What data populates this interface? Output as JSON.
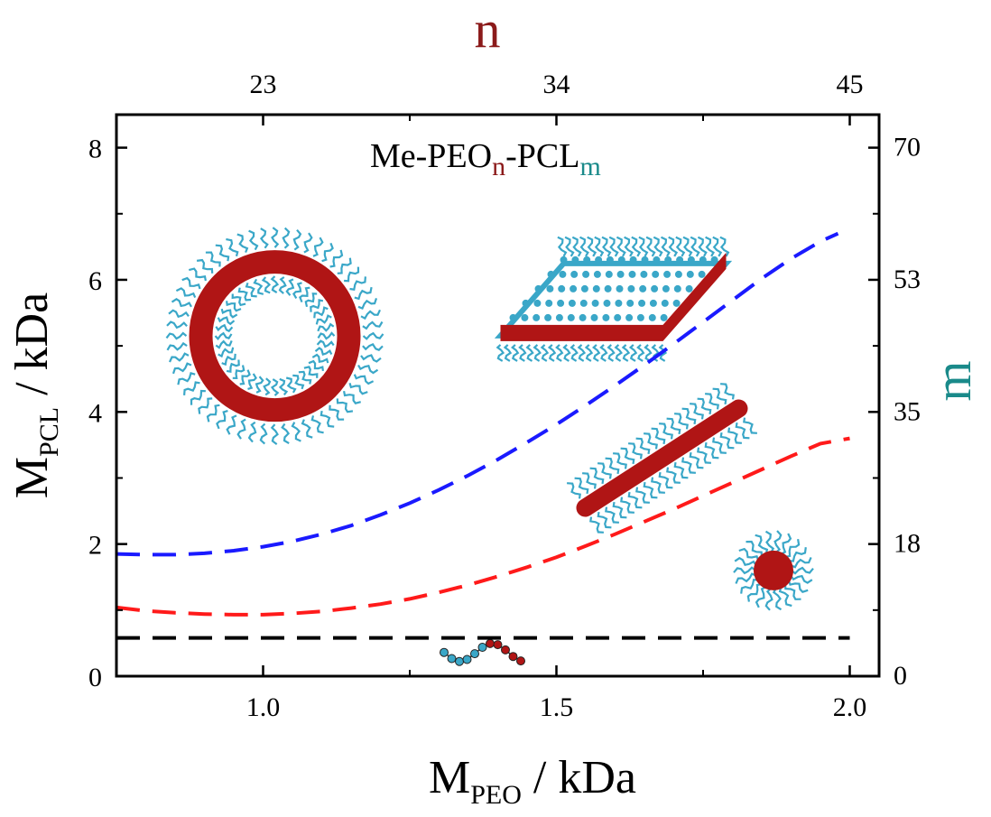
{
  "chart_data": {
    "type": "line",
    "title": "",
    "xlabel": {
      "main": "M",
      "sub": "PEO",
      "rest": " / kDa"
    },
    "ylabel": {
      "main": "M",
      "sub": "PCL",
      "rest": " / kDa"
    },
    "top_axis_label": "n",
    "right_axis_label": "m",
    "annotation": {
      "prefix": "Me-PEO",
      "sub_n": "n",
      "mid": "-PCL",
      "sub_m": "m"
    },
    "xlim": [
      0.75,
      2.05
    ],
    "ylim": [
      0,
      8.5
    ],
    "x_ticks": [
      1.0,
      1.5,
      2.0
    ],
    "x_tick_labels": [
      "1.0",
      "1.5",
      "2.0"
    ],
    "y_ticks": [
      0,
      2,
      4,
      6,
      8
    ],
    "y_tick_labels": [
      "0",
      "2",
      "4",
      "6",
      "8"
    ],
    "top_ticks": [
      {
        "x": 1.0,
        "label": "23"
      },
      {
        "x": 1.5,
        "label": "34"
      },
      {
        "x": 2.0,
        "label": "45"
      }
    ],
    "right_ticks": [
      {
        "y": 0,
        "label": "0"
      },
      {
        "y": 2,
        "label": "18"
      },
      {
        "y": 4,
        "label": "35"
      },
      {
        "y": 6,
        "label": "53"
      },
      {
        "y": 8,
        "label": "70"
      }
    ],
    "grid": false,
    "series": [
      {
        "color": "#1a1aff",
        "dash": true,
        "x": [
          0.75,
          0.8,
          0.85,
          0.9,
          0.95,
          1.0,
          1.05,
          1.1,
          1.15,
          1.2,
          1.25,
          1.3,
          1.35,
          1.4,
          1.45,
          1.5,
          1.55,
          1.6,
          1.65,
          1.7,
          1.75,
          1.8,
          1.85,
          1.9,
          1.95,
          1.98
        ],
        "y": [
          1.85,
          1.84,
          1.84,
          1.86,
          1.9,
          1.96,
          2.04,
          2.15,
          2.28,
          2.44,
          2.62,
          2.82,
          3.04,
          3.28,
          3.54,
          3.81,
          4.1,
          4.4,
          4.71,
          5.03,
          5.36,
          5.69,
          6.02,
          6.32,
          6.58,
          6.7
        ]
      },
      {
        "color": "#ff1a1a",
        "dash": true,
        "x": [
          0.75,
          0.8,
          0.85,
          0.9,
          0.95,
          1.0,
          1.05,
          1.1,
          1.15,
          1.2,
          1.25,
          1.3,
          1.35,
          1.4,
          1.45,
          1.5,
          1.55,
          1.6,
          1.65,
          1.7,
          1.75,
          1.8,
          1.85,
          1.9,
          1.95,
          2.0
        ],
        "y": [
          1.04,
          0.99,
          0.96,
          0.94,
          0.93,
          0.93,
          0.95,
          0.98,
          1.03,
          1.09,
          1.17,
          1.27,
          1.38,
          1.51,
          1.65,
          1.8,
          1.97,
          2.15,
          2.34,
          2.53,
          2.73,
          2.93,
          3.13,
          3.33,
          3.52,
          3.6
        ]
      },
      {
        "color": "#000000",
        "dash": true,
        "x": [
          0.75,
          2.0
        ],
        "y": [
          0.58,
          0.58
        ]
      }
    ],
    "morphology_icons": [
      {
        "kind": "vesicle",
        "x": 1.02,
        "y": 5.15
      },
      {
        "kind": "lamella",
        "x": 1.52,
        "y": 5.7
      },
      {
        "kind": "rod",
        "x": 1.68,
        "y": 3.3
      },
      {
        "kind": "sphere",
        "x": 1.87,
        "y": 1.6
      },
      {
        "kind": "chain",
        "x": 1.37,
        "y": 0.25
      }
    ],
    "colors": {
      "core": "#b01515",
      "corona": "#3aa7c8",
      "n_label": "#8b1a1a",
      "m_label": "#1a8a8a"
    }
  }
}
